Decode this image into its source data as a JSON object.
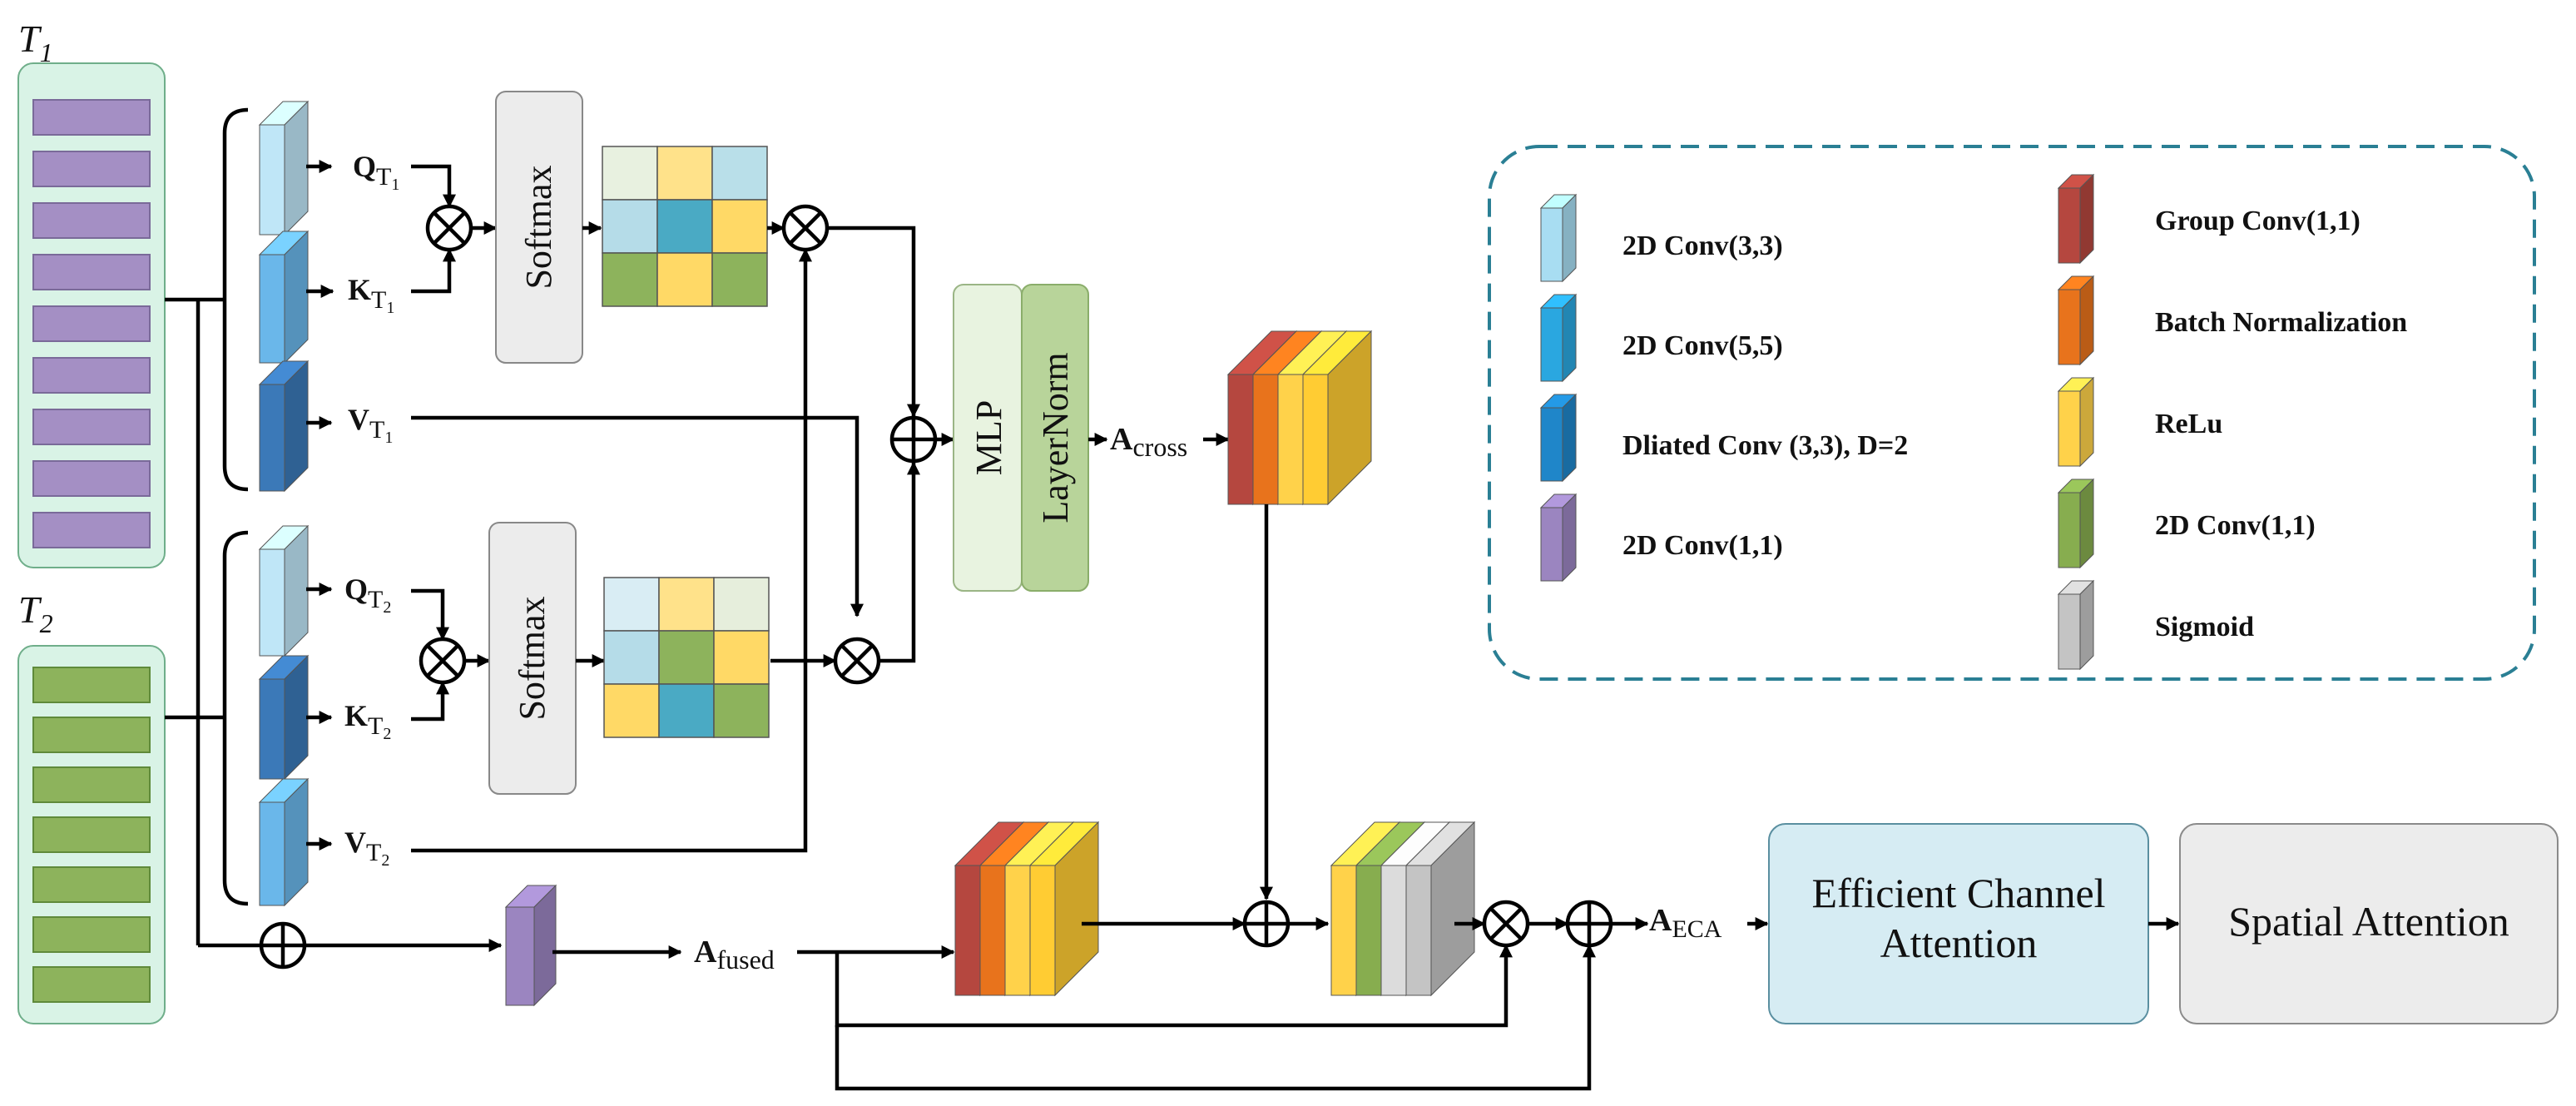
{
  "inputs": {
    "t1": {
      "label": "T",
      "sub": "1"
    },
    "t2": {
      "label": "T",
      "sub": "2"
    }
  },
  "branch1": {
    "q": {
      "main": "Q",
      "sub": "T",
      "subsub": "1"
    },
    "k": {
      "main": "K",
      "sub": "T",
      "subsub": "1"
    },
    "v": {
      "main": "V",
      "sub": "T",
      "subsub": "1"
    },
    "softmax": "Softmax"
  },
  "branch2": {
    "q": {
      "main": "Q",
      "sub": "T",
      "subsub": "2"
    },
    "k": {
      "main": "K",
      "sub": "T",
      "subsub": "2"
    },
    "v": {
      "main": "V",
      "sub": "T",
      "subsub": "2"
    },
    "softmax": "Softmax"
  },
  "mlp": "MLP",
  "layernorm": "LayerNorm",
  "a_cross": {
    "main": "A",
    "sub": "cross"
  },
  "a_fused": {
    "main": "A",
    "sub": "fused"
  },
  "a_eca": {
    "main": "A",
    "sub": "ECA"
  },
  "eca_box": {
    "line1": "Efficient Channel",
    "line2": "Attention"
  },
  "spatial_box": "Spatial Attention",
  "legend": {
    "left": [
      {
        "label": "2D Conv(3,3)",
        "icon": "light-blue-block-icon",
        "color": "#a8ddf2"
      },
      {
        "label": "2D Conv(5,5)",
        "icon": "blue-block-icon",
        "color": "#2aa7e0"
      },
      {
        "label": "Dliated Conv (3,3), D=2",
        "icon": "mid-blue-block-icon",
        "color": "#1f86c9"
      },
      {
        "label": "2D Conv(1,1)",
        "icon": "purple-block-icon",
        "color": "#9b85c0"
      }
    ],
    "right": [
      {
        "label": "Group Conv(1,1)",
        "icon": "red-block-icon",
        "color": "#b5473f"
      },
      {
        "label": "Batch Normalization",
        "icon": "orange-block-icon",
        "color": "#e8731c"
      },
      {
        "label": "ReLu",
        "icon": "yellow-block-icon",
        "color": "#ffd24a"
      },
      {
        "label": "2D Conv(1,1)",
        "icon": "green-block-icon",
        "color": "#87ad4f"
      },
      {
        "label": "Sigmoid",
        "icon": "gray-block-icon",
        "color": "#c4c4c4"
      }
    ]
  },
  "colors": {
    "purple_token": "#a48fc4",
    "green_token": "#8db35c",
    "input_bg": "#d9f3e6",
    "eca_bg": "#d6ecf3",
    "spatial_bg": "#ececec",
    "legend_border": "#2a7f94"
  }
}
